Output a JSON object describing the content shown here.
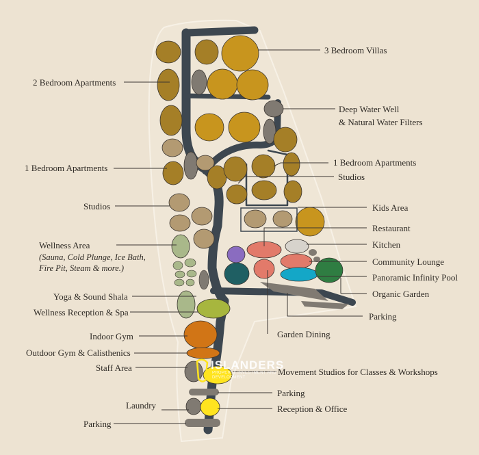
{
  "colors": {
    "background": "#ede3d2",
    "road": "#3d4750",
    "ochre": "#c8951e",
    "olive": "#a57f27",
    "grey": "#807a72",
    "tan": "#b39a72",
    "sage": "#a9b88a",
    "lime": "#a7b63e",
    "orange": "#d17516",
    "salmon": "#e27a6a",
    "teal": "#1f5f63",
    "cyan": "#14a7c7",
    "purple": "#8a6cc0",
    "green": "#2f7d42",
    "yellow": "#ffe41f",
    "leader": "#3a3531"
  },
  "labels": {
    "three_bed_villas": "3 Bedroom Villas",
    "two_bed_apartments": "2 Bedroom Apartments",
    "deep_water_well_1": "Deep Water Well",
    "deep_water_well_2": "& Natural Water Filters",
    "one_bed_apartments_left": "1 Bedroom Apartments",
    "one_bed_apartments_right": "1 Bedroom Apartments",
    "studios_right": "Studios",
    "studios_left": "Studios",
    "kids_area": "Kids Area",
    "restaurant": "Restaurant",
    "kitchen": "Kitchen",
    "wellness_area": "Wellness Area",
    "wellness_sub_1": "(Sauna, Cold Plunge, Ice Bath,",
    "wellness_sub_2": "Fire Pit, Steam & more.)",
    "community_lounge": "Community Lounge",
    "infinity_pool": "Panoramic Infinity Pool",
    "yoga_shala": "Yoga & Sound Shala",
    "organic_garden": "Organic Garden",
    "wellness_reception": "Wellness Reception & Spa",
    "parking_right_1": "Parking",
    "garden_dining": "Garden Dining",
    "indoor_gym": "Indoor Gym",
    "outdoor_gym": "Outdoor Gym & Calisthenics",
    "staff_area": "Staff Area",
    "movement_studios": "Movement Studios for Classes & Workshops",
    "parking_right_2": "Parking",
    "laundry": "Laundry",
    "reception_office": "Reception & Office",
    "parking_left": "Parking"
  },
  "logo": {
    "name": "ISLANDERS",
    "tagline": "PROPERTY INVESTMENT AND DEVELOPMENT"
  }
}
